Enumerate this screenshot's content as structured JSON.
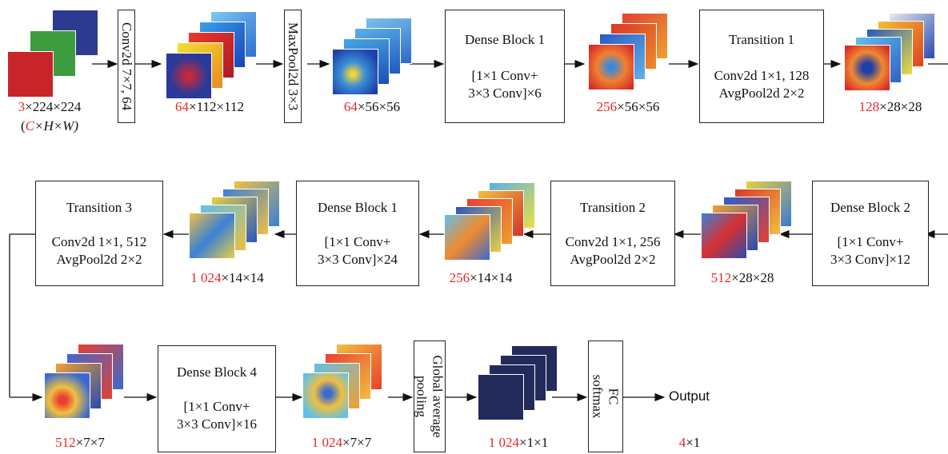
{
  "row1": {
    "input_dims": {
      "ch": "3",
      "rest": "×224×224"
    },
    "input_note": {
      "open": "(",
      "c": "C",
      "rest": "×H×W)"
    },
    "conv_label": "Conv2d 7×7, 64",
    "conv_out": {
      "ch": "64",
      "rest": "×112×112"
    },
    "pool_label": "MaxPool2d 3×3",
    "pool_out": {
      "ch": "64",
      "rest": "×56×56"
    },
    "dense1": {
      "title": "Dense Block 1",
      "l1": "[1×1 Conv+",
      "l2": "3×3 Conv]×6"
    },
    "dense1_out": {
      "ch": "256",
      "rest": "×56×56"
    },
    "trans1": {
      "title": "Transition 1",
      "l1": "Conv2d 1×1, 128",
      "l2": "AvgPool2d 2×2"
    },
    "trans1_out": {
      "ch": "128",
      "rest": "×28×28"
    }
  },
  "row2": {
    "dense2": {
      "title": "Dense Block 2",
      "l1": "[1×1 Conv+",
      "l2": "3×3 Conv]×12"
    },
    "dense2_out": {
      "ch": "512",
      "rest": "×28×28"
    },
    "trans2": {
      "title": "Transition 2",
      "l1": "Conv2d 1×1, 256",
      "l2": "AvgPool2d 2×2"
    },
    "trans2_out": {
      "ch": "256",
      "rest": "×14×14"
    },
    "dense3": {
      "title": "Dense Block 1",
      "l1": "[1×1 Conv+",
      "l2": "3×3 Conv]×24"
    },
    "dense3_out": {
      "ch": "1 024",
      "rest": "×14×14"
    },
    "trans3": {
      "title": "Transition 3",
      "l1": "Conv2d 1×1, 512",
      "l2": "AvgPool2d 2×2"
    }
  },
  "row3": {
    "trans3_out": {
      "ch": "512",
      "rest": "×7×7"
    },
    "dense4": {
      "title": "Dense Block 4",
      "l1": "[1×1 Conv+",
      "l2": "3×3 Conv]×16"
    },
    "dense4_out": {
      "ch": "1 024",
      "rest": "×7×7"
    },
    "gap_label_1": "Global average",
    "gap_label_2": "pooling",
    "gap_out": {
      "ch": "1 024",
      "rest": "×1×1"
    },
    "fc_label_1": "FC",
    "fc_label_2": "softmax",
    "output_label": "Output",
    "final_out": {
      "ch": "4",
      "rest": "×1"
    }
  },
  "colors": {
    "highlight": "#e8262a",
    "gap_map": "#232a5c"
  }
}
